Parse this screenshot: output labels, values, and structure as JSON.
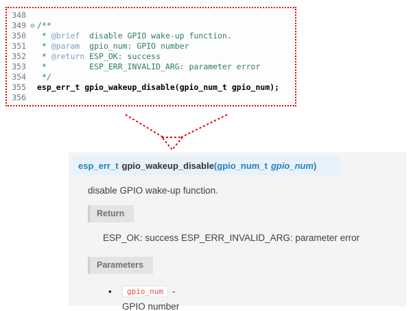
{
  "colors": {
    "highlight_border_red": "#e60000",
    "doc_signature_bg": "#e7f2fa",
    "doc_accent_blue": "#2980b9",
    "comment_green": "#2e7d5b",
    "javadoc_tag_blue_gray": "#7f9fbf",
    "inline_code_red": "#e74c3c"
  },
  "editor": {
    "lines": [
      {
        "num": "348",
        "fold": "",
        "segments": []
      },
      {
        "num": "349",
        "fold": "⊖",
        "segments": [
          {
            "text": "/**",
            "type": "comment"
          }
        ]
      },
      {
        "num": "350",
        "fold": "",
        "segments": [
          {
            "text": " * ",
            "type": "comment"
          },
          {
            "text": "@brief",
            "type": "tag"
          },
          {
            "text": "  disable GPIO wake-up function.",
            "type": "comment"
          }
        ]
      },
      {
        "num": "351",
        "fold": "",
        "segments": [
          {
            "text": " * ",
            "type": "comment"
          },
          {
            "text": "@param",
            "type": "tag"
          },
          {
            "text": "  gpio_num: GPIO number",
            "type": "comment"
          }
        ]
      },
      {
        "num": "352",
        "fold": "",
        "segments": [
          {
            "text": " * ",
            "type": "comment"
          },
          {
            "text": "@return",
            "type": "tag"
          },
          {
            "text": " ESP_OK: success",
            "type": "comment"
          }
        ]
      },
      {
        "num": "353",
        "fold": "",
        "segments": [
          {
            "text": " *         ESP_ERR_INVALID_ARG: parameter error",
            "type": "comment"
          }
        ]
      },
      {
        "num": "354",
        "fold": "",
        "segments": [
          {
            "text": " */",
            "type": "comment"
          }
        ]
      },
      {
        "num": "355",
        "fold": "",
        "segments": [
          {
            "text": "esp_err_t gpio_wakeup_disable(gpio_num_t gpio_num);",
            "type": "code"
          }
        ]
      },
      {
        "num": "356",
        "fold": "",
        "segments": []
      }
    ]
  },
  "doc": {
    "signature": {
      "return_type": "esp_err_t",
      "function_name": "gpio_wakeup_disable",
      "open_paren": "(",
      "param_type": "gpio_num_t",
      "param_name": "gpio_num",
      "close_paren": ")"
    },
    "description": "disable GPIO wake-up function.",
    "return_section": {
      "label": "Return",
      "text": "ESP_OK: success ESP_ERR_INVALID_ARG: parameter error"
    },
    "parameters_section": {
      "label": "Parameters",
      "bullet": "•",
      "items": [
        {
          "name": "gpio_num",
          "separator": "-",
          "description": "GPIO number"
        }
      ]
    }
  }
}
